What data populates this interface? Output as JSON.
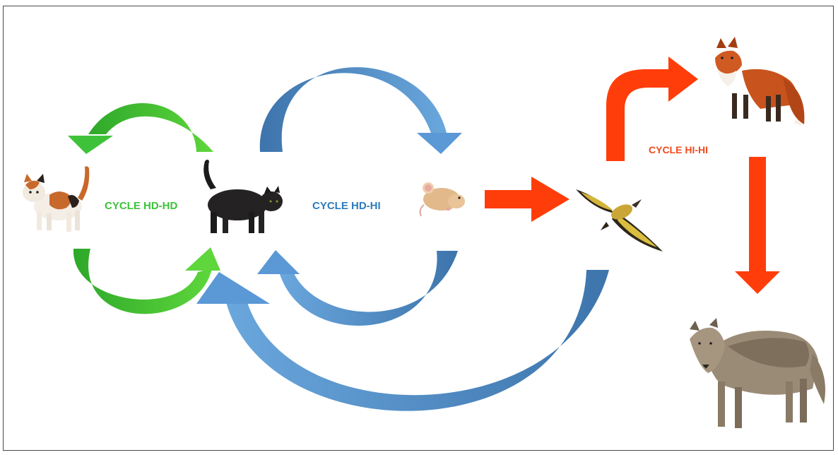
{
  "labels": {
    "cycle_hd_hd": "CYCLE HD-HD",
    "cycle_hd_hi": "CYCLE HD-HI",
    "cycle_hi_hi": "CYCLE HI-HI"
  },
  "animals": [
    "calico-cat",
    "black-cat",
    "mouse",
    "bird",
    "fox",
    "wolf"
  ],
  "colors": {
    "hd_hd": "#3ec23a",
    "hd_hi": "#4f8fcf",
    "hi_hi": "#ff3d0a"
  }
}
